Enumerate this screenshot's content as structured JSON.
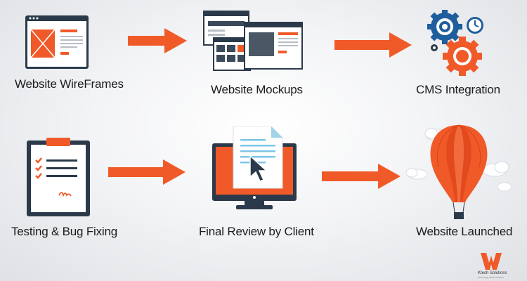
{
  "steps": [
    {
      "label": "Website WireFrames",
      "icon": "wireframe-icon"
    },
    {
      "label": "Website Mockups",
      "icon": "mockups-icon"
    },
    {
      "label": "CMS Integration",
      "icon": "gears-icon"
    },
    {
      "label": "Testing &  Bug Fixing",
      "icon": "clipboard-checklist-icon"
    },
    {
      "label": "Final Review by Client",
      "icon": "monitor-review-icon"
    },
    {
      "label": "Website Launched",
      "icon": "hot-air-balloon-icon"
    }
  ],
  "logo": {
    "name": "Ktech Solutions",
    "tagline": "Technology driven solutions"
  },
  "colors": {
    "accent": "#f05a28",
    "dark": "#2b3a4a",
    "blue": "#1f5e9c"
  }
}
